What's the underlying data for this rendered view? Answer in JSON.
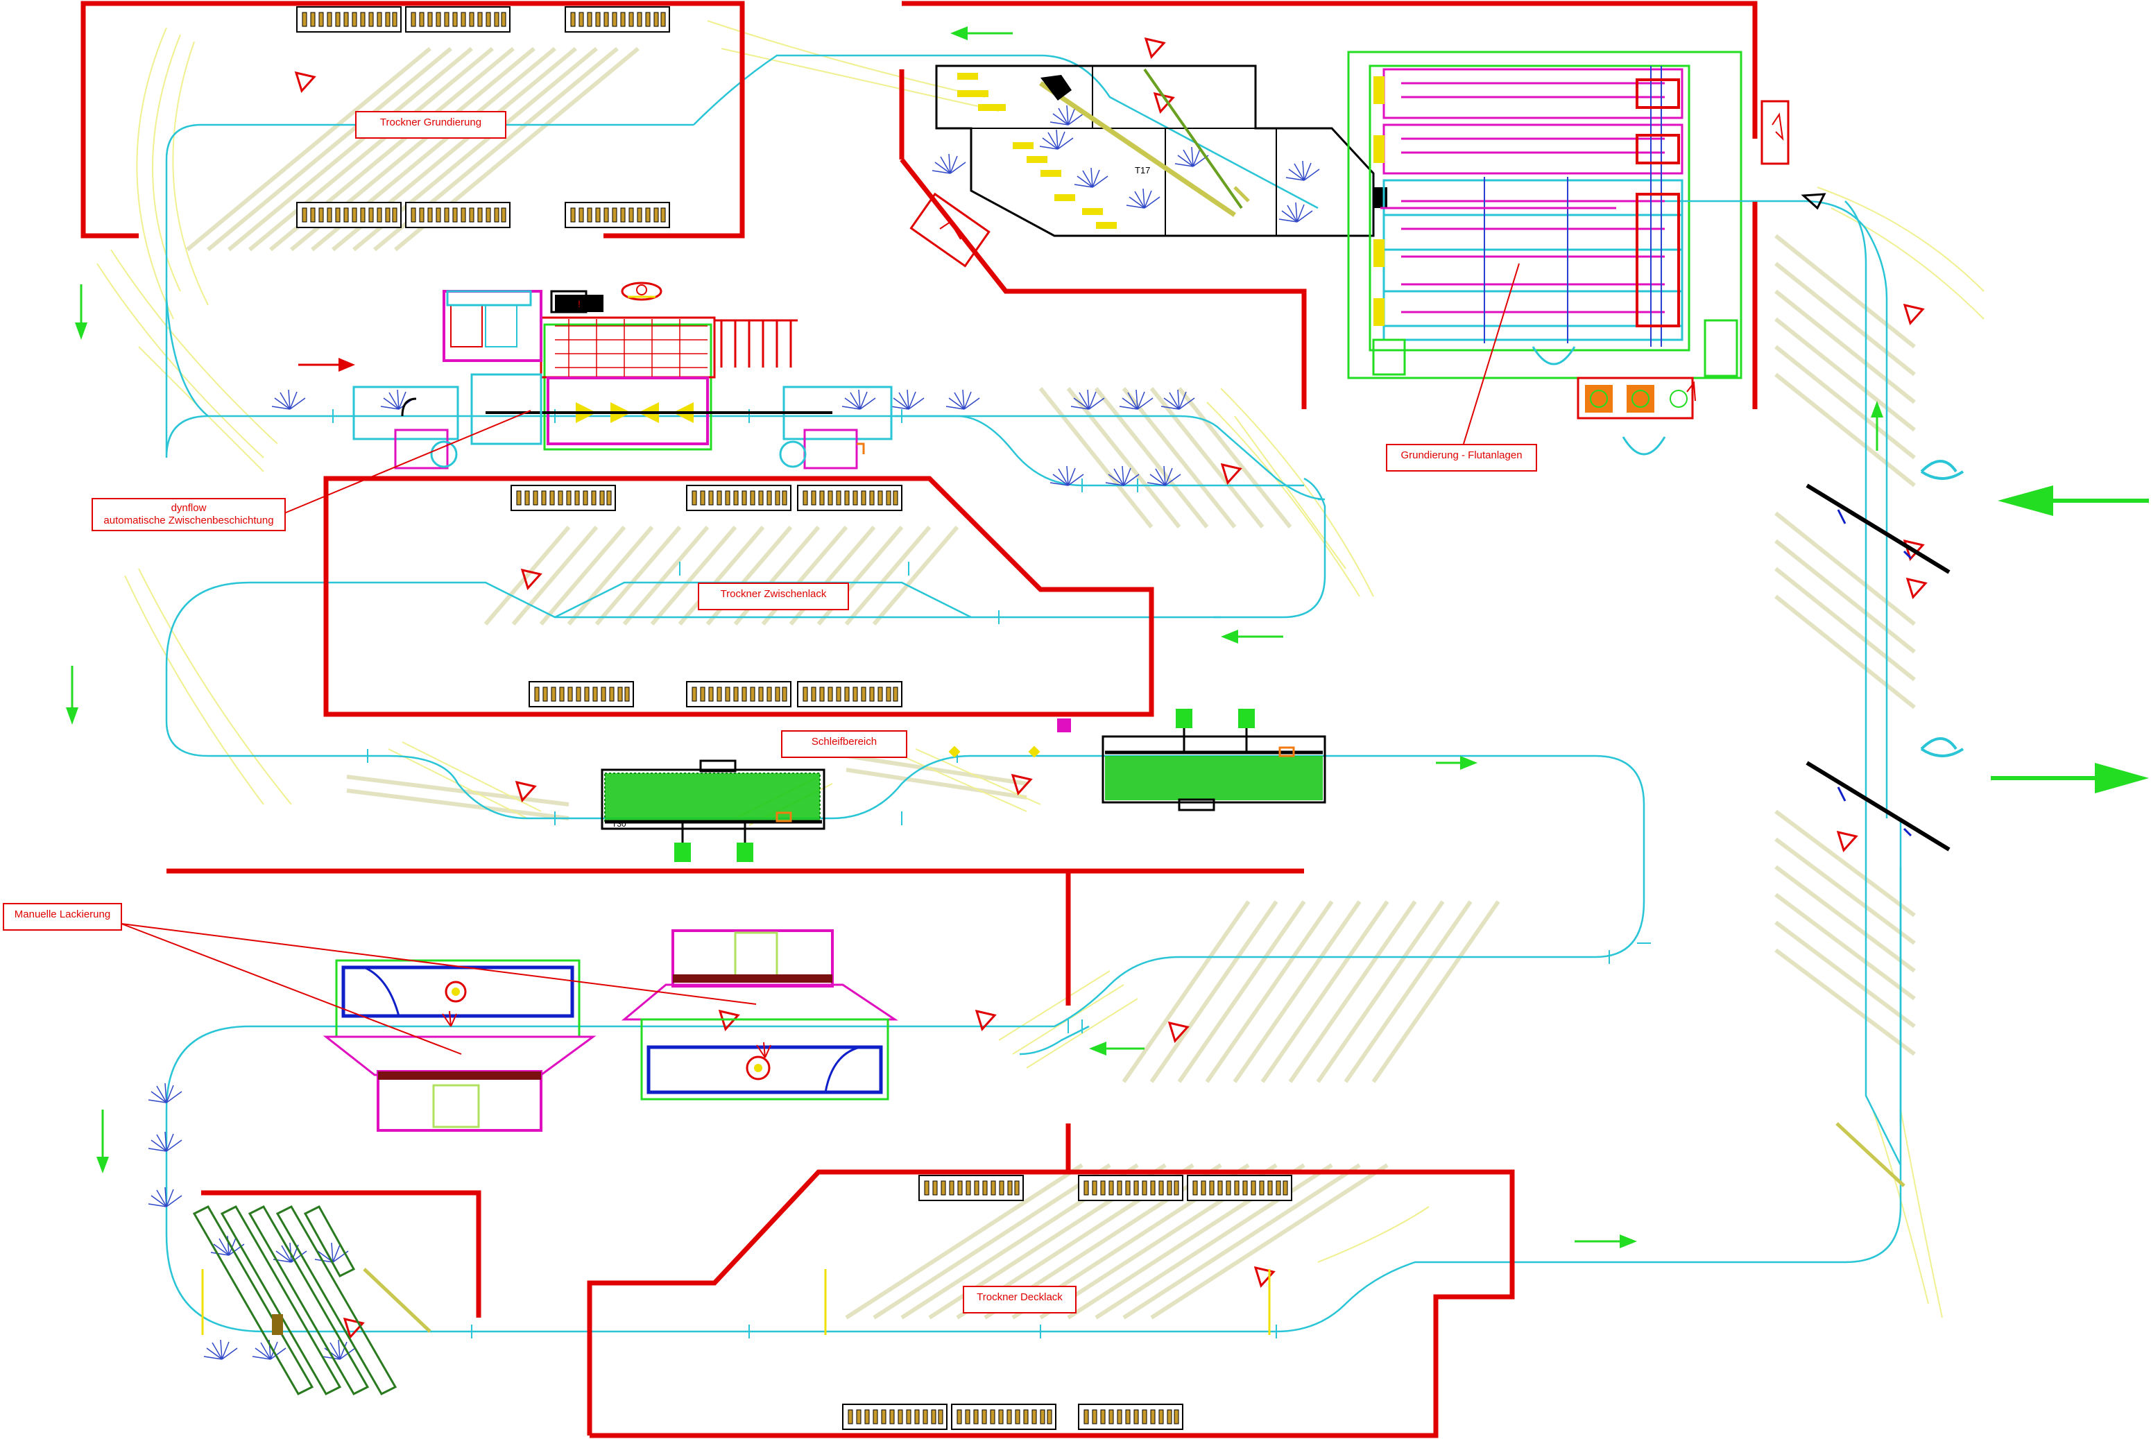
{
  "labels": {
    "trockner_grundierung": "Trockner Grundierung",
    "trockner_zwischenlack": "Trockner Zwischenlack",
    "schleifbereich": "Schleifbereich",
    "grundierung_flutanlagen": "Grundierung - Flutanlagen",
    "dynflow_line1": "dynflow",
    "dynflow_line2": "automatische Zwischenbeschichtung",
    "manuelle_lackierung": "Manuelle Lackierung",
    "trockner_decklack": "Trockner Decklack"
  },
  "tags": {
    "t17": "T17",
    "t30": "T30"
  },
  "colors": {
    "wall": "#e00000",
    "conveyor": "#29c5d6",
    "flow_arrow": "#22dd22",
    "switch_track": "#f2f29a",
    "hatch": "#e6e6c8",
    "booth_blue": "#1020c8",
    "magenta": "#e010c0",
    "dark_green": "#2a7a20"
  }
}
